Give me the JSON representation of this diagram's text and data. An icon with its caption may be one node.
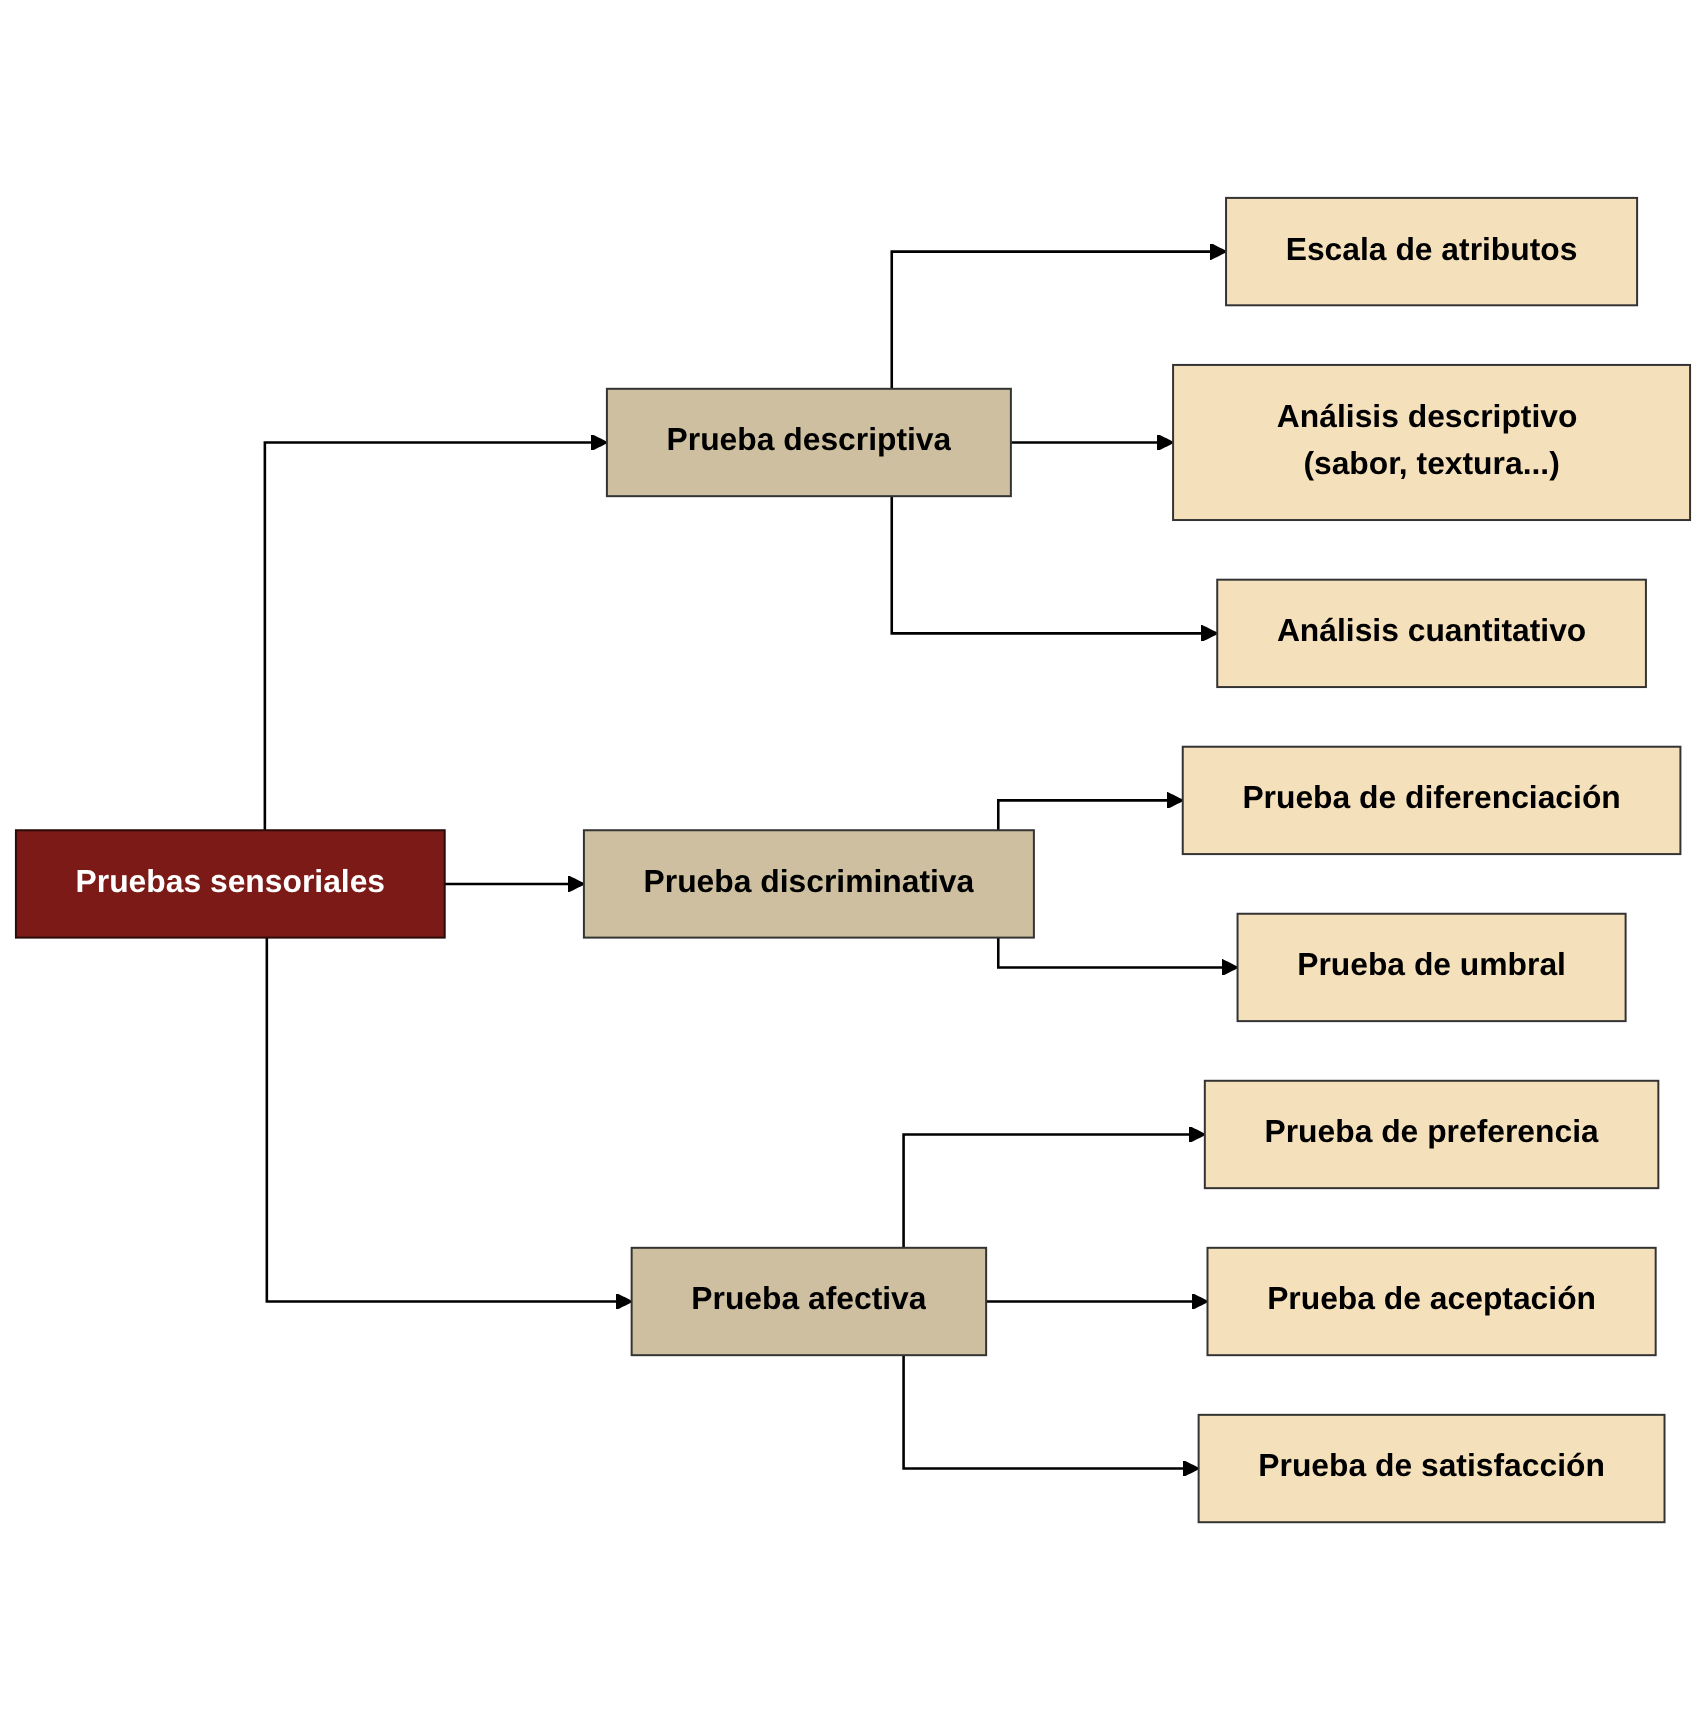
{
  "diagram": {
    "nodes": [
      {
        "text": [
          "Pruebas sensoriales"
        ]
      },
      {
        "text": [
          "Prueba descriptiva"
        ]
      },
      {
        "text": [
          "Escala de atributos"
        ]
      },
      {
        "text": [
          "Análisis descriptivo (sabor, textura...)"
        ]
      },
      {
        "text": [
          "Análisis cuantitativo"
        ]
      },
      {
        "text": [
          "Prueba discriminativa"
        ]
      },
      {
        "text": [
          "Prueba de diferenciación"
        ]
      },
      {
        "text": [
          "Prueba de umbral"
        ]
      },
      {
        "text": [
          "Prueba afectiva"
        ]
      },
      {
        "text": [
          "Prueba de preferencia"
        ]
      },
      {
        "text": [
          "Prueba de aceptación"
        ]
      },
      {
        "text": [
          "Prueba de satisfacción"
        ]
      }
    ],
    "edges": [
      {
        "from": 0,
        "to": 1,
        "arrow": "to"
      },
      {
        "from": 0,
        "to": 5,
        "arrow": "to"
      },
      {
        "from": 0,
        "to": 8,
        "arrow": "to"
      },
      {
        "from": 1,
        "to": 2,
        "arrow": "to"
      },
      {
        "from": 1,
        "to": 3,
        "arrow": "to"
      },
      {
        "from": 1,
        "to": 4,
        "arrow": "to"
      },
      {
        "from": 5,
        "to": 6,
        "arrow": "to"
      },
      {
        "from": 5,
        "to": 7,
        "arrow": "to"
      },
      {
        "from": 8,
        "to": 9,
        "arrow": "to"
      },
      {
        "from": 8,
        "to": 10,
        "arrow": "to"
      },
      {
        "from": 8,
        "to": 11,
        "arrow": "to"
      }
    ]
  }
}
